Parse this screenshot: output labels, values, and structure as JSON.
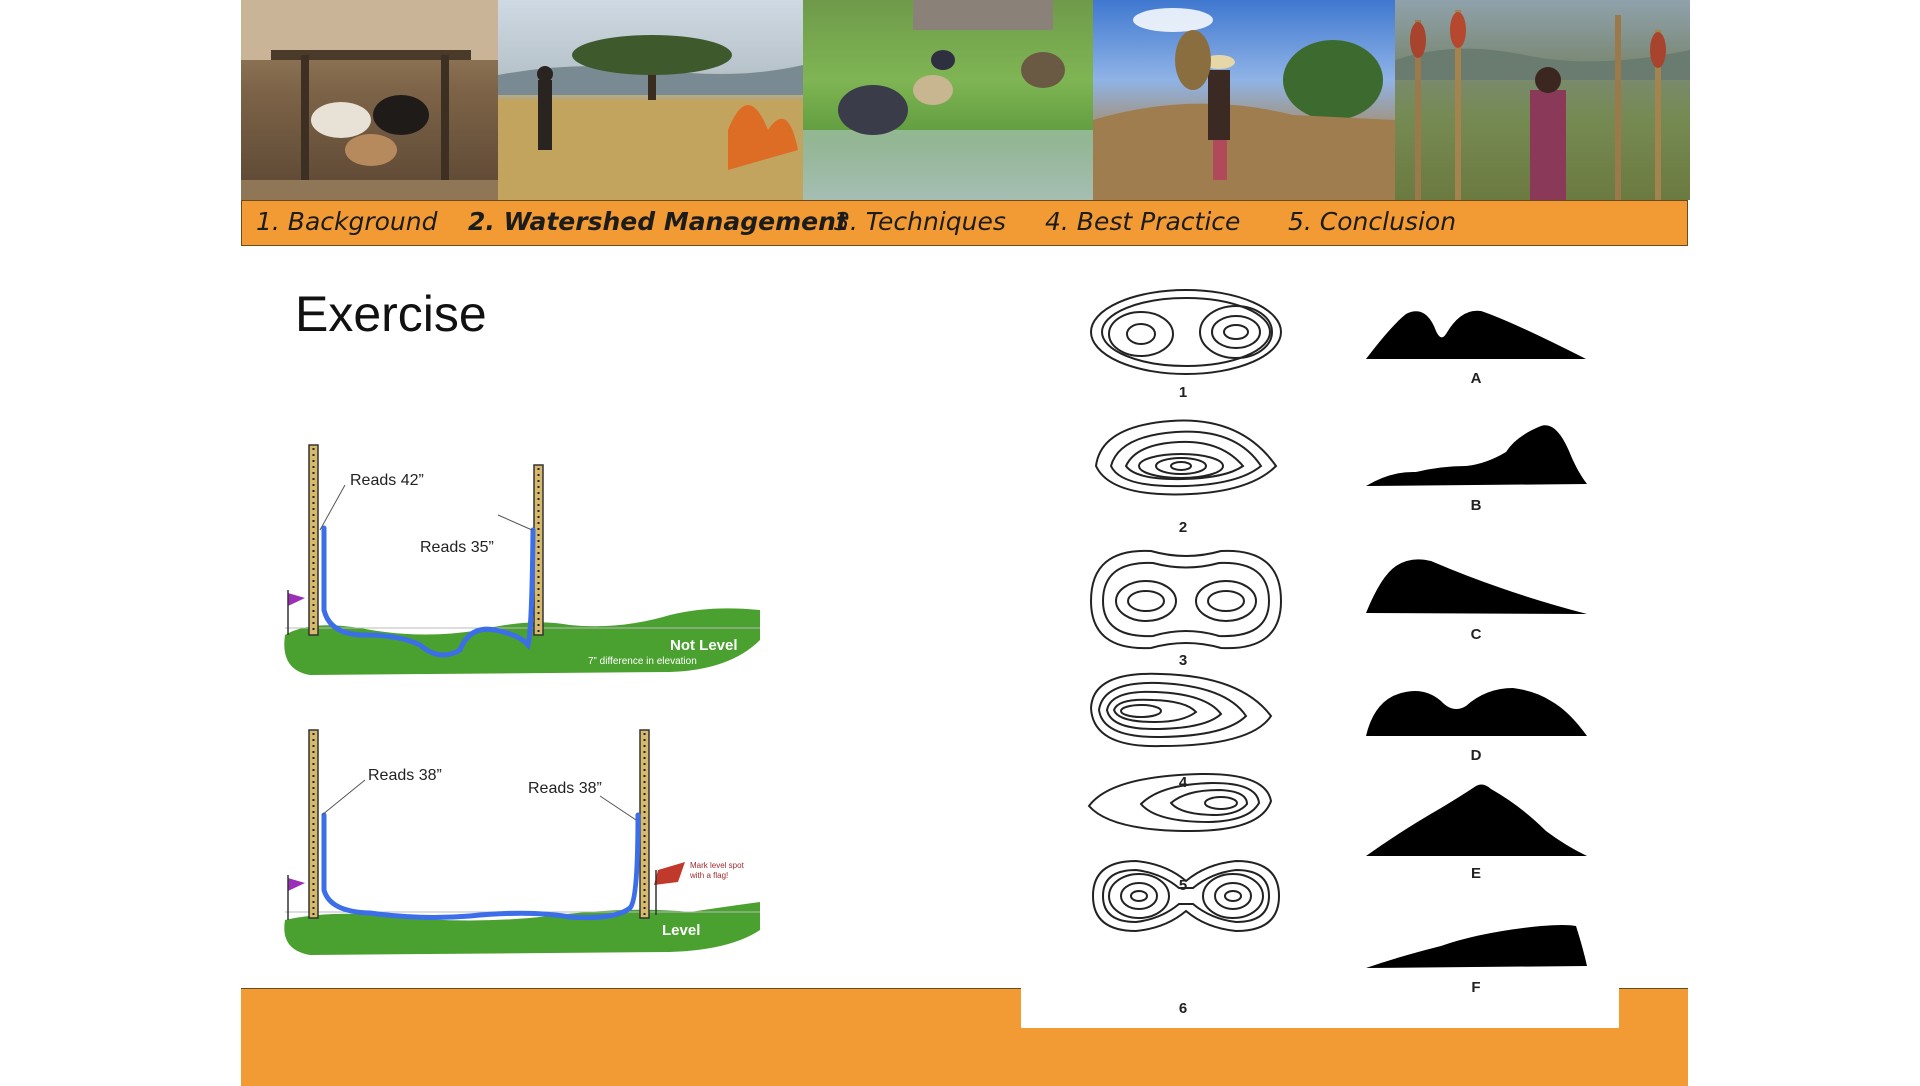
{
  "nav": {
    "items": [
      {
        "label": "1. Background",
        "active": false
      },
      {
        "label": "2. Watershed Management",
        "active": true
      },
      {
        "label": "3. Techniques",
        "active": false
      },
      {
        "label": "4. Best Practice",
        "active": false
      },
      {
        "label": "5. Conclusion",
        "active": false
      }
    ]
  },
  "slide": {
    "title": "Exercise"
  },
  "level_diagram": {
    "top": {
      "left_reading": "Reads 42”",
      "right_reading": "Reads 35”",
      "status": "Not Level",
      "note": "7” difference in elevation"
    },
    "bottom": {
      "left_reading": "Reads 38”",
      "right_reading": "Reads 38”",
      "status": "Level",
      "flag_note_line1": "Mark level spot",
      "flag_note_line2": "with a flag!"
    }
  },
  "contour_exercise": {
    "contour_labels": [
      "1",
      "2",
      "3",
      "4",
      "5",
      "6"
    ],
    "profile_labels": [
      "A",
      "B",
      "C",
      "D",
      "E",
      "F"
    ]
  },
  "colors": {
    "accent_orange": "#f29b34",
    "water_line": "#3b6ee8",
    "grass": "#4aa12f",
    "flag_purple": "#9b2fb8",
    "flag_red": "#c0392b"
  }
}
